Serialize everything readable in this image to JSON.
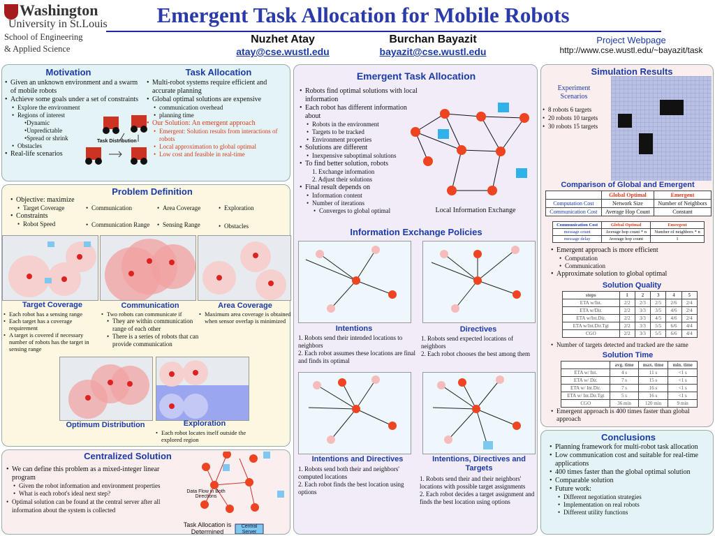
{
  "header": {
    "title": "Emergent Task Allocation for Mobile Robots",
    "logo_line1": "Washington",
    "logo_line2": "University in St.Louis",
    "logo_line3": "School of Engineering",
    "logo_line4": "& Applied Science",
    "author1_name": "Nuzhet Atay",
    "author1_email": "atay@cse.wustl.edu",
    "author2_name": "Burchan Bayazit",
    "author2_email": "bayazit@cse.wustl.edu",
    "project_label": "Project Webpage",
    "project_url": "http://www.cse.wustl.edu/~bayazit/task"
  },
  "motivation": {
    "title": "Motivation",
    "items": [
      "Given an unknown environment and a swarm of mobile robots",
      "Achieve some goals under a set of constraints"
    ],
    "sub": [
      "Explore the environment",
      "Regions of interest"
    ],
    "sub2": [
      "•Dynamic",
      "•Unpredictable",
      "•Spread or shrink"
    ],
    "sub3": "Obstacles",
    "last": "Real-life scenarios"
  },
  "task_alloc": {
    "title": "Task Allocation",
    "items": [
      "Multi-robot systems require efficient and accurate planning",
      "Global optimal solutions are expensive"
    ],
    "sub": [
      "communication overhead",
      "planning time"
    ],
    "solution": "Our Solution: An emergent approach",
    "sol_sub": [
      "Emergent: Solution results from interactions of robots",
      "Local approximation to global optimal",
      "Low cost and feasible in real-time"
    ],
    "diagram_label": "Task Distribution"
  },
  "problem": {
    "title": "Problem Definition",
    "objective": "Objective: maximize",
    "obj_sub": [
      "Target Coverage",
      "Communication",
      "Area Coverage",
      "Exploration"
    ],
    "constraints": "Constraints",
    "con_sub": [
      "Robot Speed",
      "Communication Range",
      "Sensing Range",
      "Obstacles"
    ],
    "captions": [
      "Target Coverage",
      "Communication",
      "Area Coverage",
      "Optimum Distribution",
      "Exploration"
    ],
    "tc_items": [
      "Each robot has a sensing range",
      "Each target has a coverage requirement",
      "A target is covered if necessary number of robots has the target in sensing range"
    ],
    "comm_items": [
      "Two robots can communicate if",
      "They are within communication range of each other",
      "There is a series of robots that can provide communication"
    ],
    "ac_items": [
      "Maximum area coverage is obtained when sensor overlap is minimized"
    ],
    "exp_items": [
      "Each robot locates itself outside the explored region"
    ]
  },
  "centralized": {
    "title": "Centralized Solution",
    "items": [
      "We can define this problem as a mixed-integer linear program",
      "Optimal solution can be found at the central server after all information about the system is collected"
    ],
    "sub": [
      "Given the robot information and environment properties",
      "What is each robot's ideal next step?"
    ],
    "flow_label": "Data Flow in Both Directions",
    "bottom_label": "Task Allocation is Determined",
    "server_label": "Central Server"
  },
  "emergent": {
    "title": "Emergent Task Allocation",
    "items": [
      "Robots find optimal solutions with local information",
      "Each robot has different information about",
      "Solutions are different",
      "To find better solution, robots",
      "Final result depends on"
    ],
    "info_sub": [
      "Robots in the environment",
      "Targets to be tracked",
      "Environment properties"
    ],
    "sol_sub": [
      "Inexpensive suboptimal solutions"
    ],
    "better_sub": [
      "1. Exchange information",
      "2. Adjust their solutions"
    ],
    "final_sub": [
      "Information content",
      "Number of iterations"
    ],
    "final_sub2": "Converges to global optimal",
    "diagram_caption": "Local Information Exchange"
  },
  "info_exchange": {
    "title": "Information Exchange Policies",
    "captions": [
      "Intentions",
      "Directives",
      "Intentions and Directives",
      "Intentions, Directives and Targets"
    ],
    "intentions": [
      "1. Robots send their intended locations to neighbors",
      "2. Each robot assumes these locations are final and finds its optimal"
    ],
    "directives": [
      "1. Robots send expected locations of neighbors",
      "2. Each robot chooses the best among them"
    ],
    "int_dir": [
      "1. Robots send both their and neighbors' computed locations",
      "2. Each robot finds the best location using options"
    ],
    "int_dir_tgt": [
      "1. Robots send  their and their neighbors' locations with  possible target assignments",
      "2. Each robot decides a target assignment and finds the best location  using options"
    ]
  },
  "simulation": {
    "title": "Simulation Results",
    "exp_label": "Experiment Scenarios",
    "scenarios": [
      "8 robots 6 targets",
      "20 robots 10 targets",
      "30 robots 15 targets"
    ],
    "comparison_title": "Comparison of Global and Emergent",
    "cmp_headers": [
      "",
      "Global Optimal",
      "Emergent"
    ],
    "cmp_rows": [
      [
        "Computation Cost",
        "Network Size",
        "Number of Neighbors"
      ],
      [
        "Communication Cost",
        "Average Hop Count",
        "Constant"
      ]
    ],
    "cmp2_headers": [
      "Communication Cost",
      "Global Optimal",
      "Emergent"
    ],
    "cmp2_rows": [
      [
        "message count",
        "Average hop count * n",
        "Number of neighbors * n"
      ],
      [
        "message delay",
        "Average hop count",
        "1"
      ]
    ],
    "bullets": [
      "Emergent approach is more efficient",
      "Approximate solution to global optimal"
    ],
    "bullet_sub": [
      "Computation",
      "Communication"
    ],
    "quality_title": "Solution Quality",
    "quality_headers": [
      "steps",
      "1",
      "2",
      "3",
      "4",
      "5"
    ],
    "quality_rows": [
      [
        "ETA w/Int.",
        "2/2",
        "2/3",
        "2/5",
        "2/6",
        "2/4"
      ],
      [
        "ETA w/Dir.",
        "2/2",
        "3/3",
        "3/5",
        "4/6",
        "2/4"
      ],
      [
        "ETA w/Int.Dir.",
        "2/2",
        "3/3",
        "4/5",
        "4/6",
        "2/4"
      ],
      [
        "ETA w/Int.Dir.Tgt",
        "2/2",
        "3/3",
        "5/5",
        "6/6",
        "4/4"
      ],
      [
        "CGO",
        "2/2",
        "3/3",
        "5/5",
        "6/6",
        "4/4"
      ]
    ],
    "quality_note": "Number of targets detected and tracked are the same",
    "time_title": "Solution Time",
    "time_headers": [
      "",
      "avg. time",
      "max. time",
      "min. time"
    ],
    "time_rows": [
      [
        "ETA w/ Int.",
        "4 s",
        "11 s",
        "<1 s"
      ],
      [
        "ETA w/ Dir.",
        "7 s",
        "15 s",
        "<1 s"
      ],
      [
        "ETA w/ Int.Dir.",
        "7 s",
        "16 s",
        "<1 s"
      ],
      [
        "ETA w/ Int.Dir.Tgt",
        "5 s",
        "16 s",
        "<1 s"
      ],
      [
        "CGO",
        "36 min",
        "120 min",
        "9 min"
      ]
    ],
    "time_note": "Emergent approach is 400 times faster than global approach"
  },
  "conclusions": {
    "title": "Conclusions",
    "items": [
      "Planning framework for multi-robot task allocation",
      "Low communication cost and suitable for real-time applications",
      "400 times faster than the global optimal solution",
      "Comparable solution",
      "Future work:"
    ],
    "future": [
      "Different negotiation strategies",
      "Implementation on real robots",
      "Different utility functions"
    ]
  },
  "colors": {
    "title_blue": "#2a3aa8",
    "accent_red": "#d83b1a",
    "panel_cyan": "#e4f4f6",
    "panel_yellow": "#fcf7e0",
    "panel_lilac": "#f1ecf8",
    "panel_pink": "#fbeeee"
  }
}
